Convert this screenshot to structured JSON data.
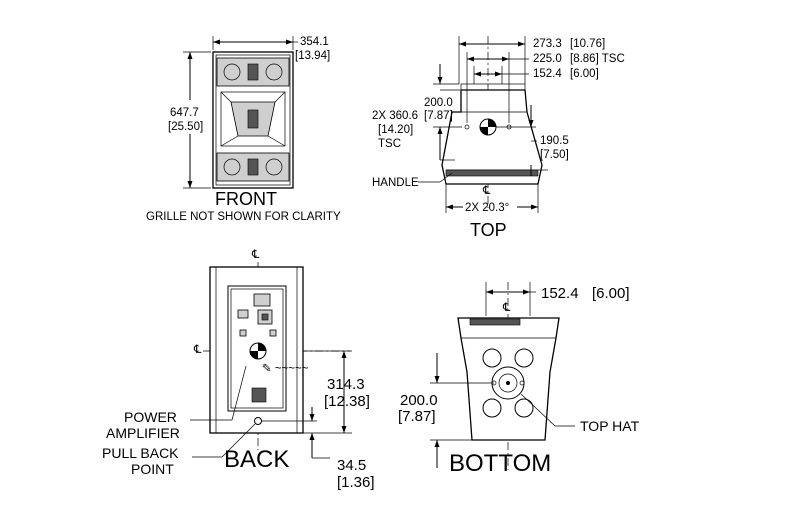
{
  "views": {
    "front": {
      "title": "FRONT",
      "note": "GRILLE NOT SHOWN FOR CLARITY",
      "width_mm": "354.1",
      "width_in": "[13.94]",
      "height_mm": "647.7",
      "height_in": "[25.50]"
    },
    "top": {
      "title": "TOP",
      "dim1_mm": "273.3",
      "dim1_in": "[10.76]",
      "dim2_mm": "225.0",
      "dim2_in": "[8.86] TSC",
      "dim3_mm": "152.4",
      "dim3_in": "[6.00]",
      "rig_label1": "2X 360.6",
      "rig_label2": "[14.20]",
      "rig_label3": "TSC",
      "depth_mm": "200.0",
      "depth_in": "[7.87]",
      "handle_mm": "190.5",
      "handle_in": "[7.50]",
      "handle_label": "HANDLE",
      "angle_label": "2X 20.3°"
    },
    "back": {
      "title": "BACK",
      "height_mm": "314.3",
      "height_in": "[12.38]",
      "offset_mm": "34.5",
      "offset_in": "[1.36]",
      "power_label1": "POWER",
      "power_label2": "AMPLIFIER",
      "pullback_label1": "PULL BACK",
      "pullback_label2": "POINT"
    },
    "bottom": {
      "title": "BOTTOM",
      "width_mm": "152.4",
      "width_in": "[6.00]",
      "depth_mm": "200.0",
      "depth_in": "[7.87]",
      "tophat_label": "TOP HAT"
    },
    "centerline_symbol": "℄"
  }
}
